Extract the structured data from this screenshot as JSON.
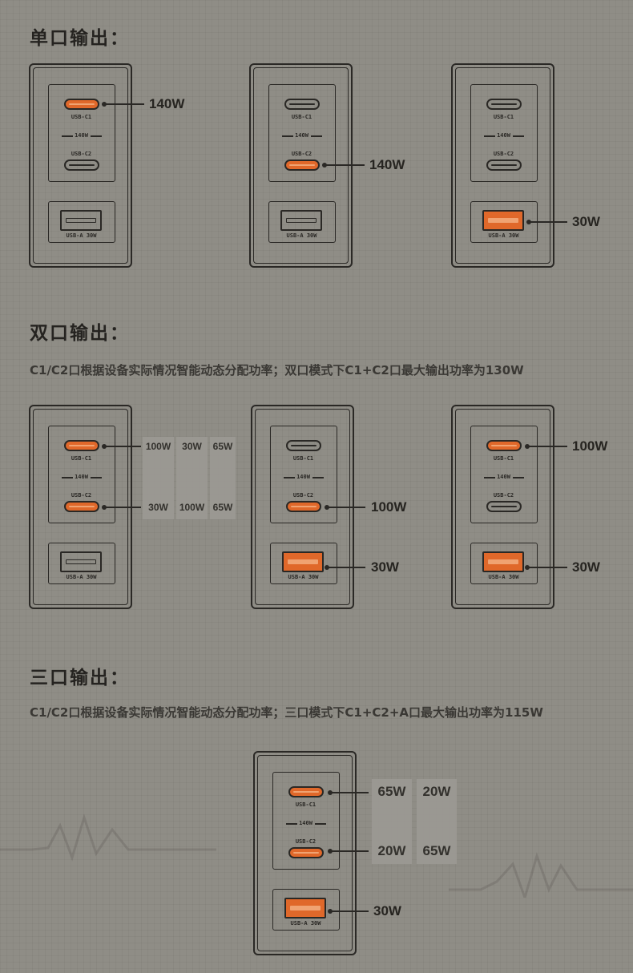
{
  "sections": [
    {
      "title": "单口输出：",
      "description": ""
    },
    {
      "title": "双口输出：",
      "description": "C1/C2口根据设备实际情况智能动态分配功率；双口模式下C1+C2口最大输出功率为130W"
    },
    {
      "title": "三口输出：",
      "description": "C1/C2口根据设备实际情况智能动态分配功率；三口模式下C1+C2+A口最大输出功率为115W"
    }
  ],
  "port_labels": {
    "c1": "USB-C1",
    "c2": "USB-C2",
    "rating": "140W",
    "a": "USB-A 30W"
  },
  "colors": {
    "active_port": "#e0682a",
    "inactive_port": "transparent",
    "outline": "#2a2825",
    "background": "#8f8d86"
  },
  "single_port": [
    {
      "active": "USB-C1",
      "output": "140W"
    },
    {
      "active": "USB-C2",
      "output": "140W"
    },
    {
      "active": "USB-A",
      "output": "30W"
    }
  ],
  "dual_port": {
    "c1c2_table": {
      "c1": [
        "100W",
        "30W",
        "65W"
      ],
      "c2": [
        "30W",
        "100W",
        "65W"
      ]
    },
    "c2_a": {
      "c2": "100W",
      "a": "30W"
    },
    "c1_a": {
      "c1": "100W",
      "a": "30W"
    }
  },
  "triple_port": {
    "table": {
      "c1": [
        "65W",
        "20W"
      ],
      "c2": [
        "20W",
        "65W"
      ]
    },
    "a": "30W"
  }
}
